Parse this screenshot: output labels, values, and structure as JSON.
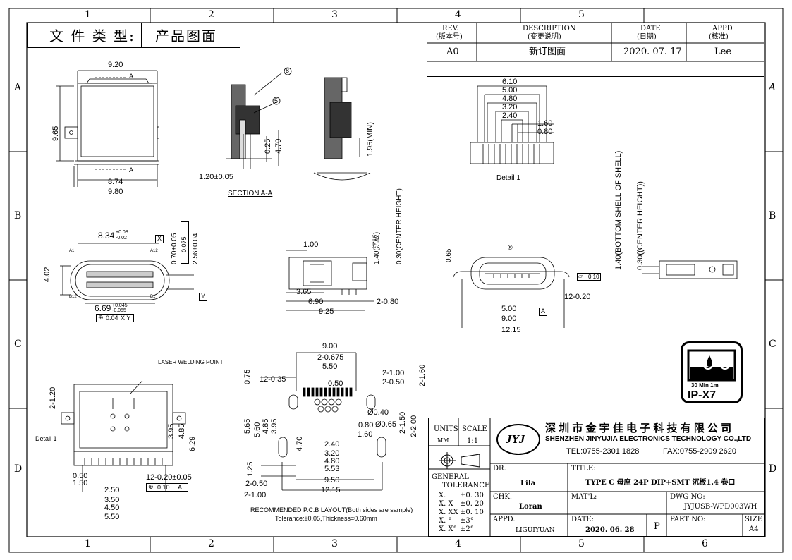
{
  "doc_type": {
    "label": "文 件 类 型:",
    "value": "产品图面"
  },
  "revision": {
    "headers": [
      "REV.\n(版本号)",
      "DESCRIPTION\n(变更说明)",
      "DATE\n(日期)",
      "APPD\n(核准)"
    ],
    "h_rev": [
      "REV.",
      "(版本号)"
    ],
    "h_desc": [
      "DESCRIPTION",
      "(变更说明)"
    ],
    "h_date": [
      "DATE",
      "(日期)"
    ],
    "h_appd": [
      "APPD",
      "(核准)"
    ],
    "row": {
      "rev": "A0",
      "desc": "新订图面",
      "date": "2020. 07. 17",
      "appd": "Lee"
    }
  },
  "grid": {
    "cols": [
      "1",
      "2",
      "3",
      "4",
      "5",
      "6"
    ],
    "rows": [
      "A",
      "B",
      "C",
      "D"
    ]
  },
  "company": {
    "cn": "深 圳 市 金 宇 佳 电 子 科 技 有 限 公 司",
    "en": "SHENZHEN JINYUJIA ELECTRONICS TECHNOLOGY CO.,LTD",
    "tel": "TEL:0755-2301 1828",
    "fax": "FAX:0755-2909 2620",
    "logo": "JYJ"
  },
  "title_block": {
    "units_label": "UNITS",
    "units": "MM",
    "scale_label": "SCALE",
    "scale": "1:1",
    "tol_title": [
      "GENERAL",
      "TOLERANCE"
    ],
    "tolerances": [
      [
        "X.",
        "±0. 30"
      ],
      [
        "X. X",
        "±0. 20"
      ],
      [
        "X. XX",
        "±0. 10"
      ],
      [
        "X. °",
        "±3°"
      ],
      [
        "X. X°",
        "±2°"
      ]
    ],
    "dr_label": "DR.",
    "dr": "Lila",
    "chk_label": "CHK.",
    "chk": "Loran",
    "appd_label": "APPD.",
    "appd": "LIGUIYUAN",
    "title_label": "TITLE:",
    "title": "TYPE C 母座 24P DIP+SMT 沉板1.4 卷口",
    "mat_label": "MAT'L:",
    "mat": "",
    "dwg_label": "DWG NO:",
    "dwg": "JYJUSB-WPD003WH",
    "date_label": "DATE:",
    "date": "2020. 06. 28",
    "p_label": "P",
    "part_label": "PART NO:",
    "part": "",
    "size_label": "SIZE",
    "size": "A4"
  },
  "ip_badge": {
    "depth": "30 Min 1m",
    "rating": "IP-X7"
  },
  "views": {
    "top": {
      "w1": "9.20",
      "h1": "9.65",
      "w2": "8.74",
      "w3": "9.80",
      "sec": "A"
    },
    "section": {
      "label": "SECTION A-A",
      "d1": "1.20±0.05",
      "d2": "0.25",
      "d3": "4.70",
      "b1": "8",
      "b2": "5"
    },
    "side": {
      "d1": "1.95(MIN)"
    },
    "detail": {
      "label": "Detail 1",
      "d": [
        "6.10",
        "5.00",
        "4.80",
        "3.20",
        "2.40",
        "1.60",
        "0.80"
      ]
    },
    "front": {
      "w": "8.34",
      "tol_up": "+0.08",
      "tol_dn": "-0.02",
      "h": "4.02",
      "w2": "6.69",
      "w2_up": "+0.045",
      "w2_dn": "-0.055",
      "pos": "0.04",
      "pos_ref": "X Y",
      "h2": "0.70±0.05",
      "pos2": "0.075",
      "h3": "2.56±0.04",
      "x": "X",
      "y": "Y",
      "a1": "A1",
      "a12": "A12",
      "b12": "B12",
      "b1": "B1"
    },
    "side2": {
      "d1": "1.00",
      "d2": "3.65",
      "d3": "6.90",
      "d4": "9.25",
      "d5": "2-0.80",
      "d6": "1.40(沉板)",
      "d7": "0.30(CENTER HEIGHT)"
    },
    "front2": {
      "d1": "0.65",
      "d2": "5.00",
      "d3": "9.00",
      "d4": "12.15",
      "d5": "12-0.20",
      "flat": "0.10",
      "ref": "A"
    },
    "side3": {
      "d1": "1.40(BOTTOM SHELL OF SHELL)",
      "d2": "0.30((CENTER HEIGHT))"
    },
    "bottom": {
      "label": "LASER WELDING POINT",
      "detail": "Detail 1",
      "d1": "2-1.20",
      "d2": "3.95",
      "d3": "4.85",
      "d4": "6.29",
      "d5": "0.50",
      "d6": "1.50",
      "d7": "2.50",
      "d8": "3.50",
      "d9": "4.50",
      "d10": "5.50",
      "d11": "12-0.20±0.05",
      "pos": "0.10",
      "ref": "A"
    },
    "pcb": {
      "top": [
        "9.00",
        "2-0.675",
        "5.50",
        "0.50",
        "2-1.00",
        "2-0.50",
        "2-1.60"
      ],
      "left": [
        "0.75",
        "12-0.35",
        "5.65",
        "5.60",
        "4.85",
        "3.95",
        "4.70",
        "1.25",
        "2-0.50",
        "2-1.00"
      ],
      "right": [
        "Ø0.40",
        "Ø0.65",
        "0.80",
        "1.60",
        "2-1.50",
        "2-2.00"
      ],
      "bottom": [
        "2.40",
        "3.20",
        "4.80",
        "5.53",
        "9.50",
        "12.15"
      ],
      "caption": "RECOMMENDED P.C.B LAYOUT(Both sides are sample)",
      "tol": "Tolerance:±0.05,Thickness=0.60mm"
    }
  }
}
